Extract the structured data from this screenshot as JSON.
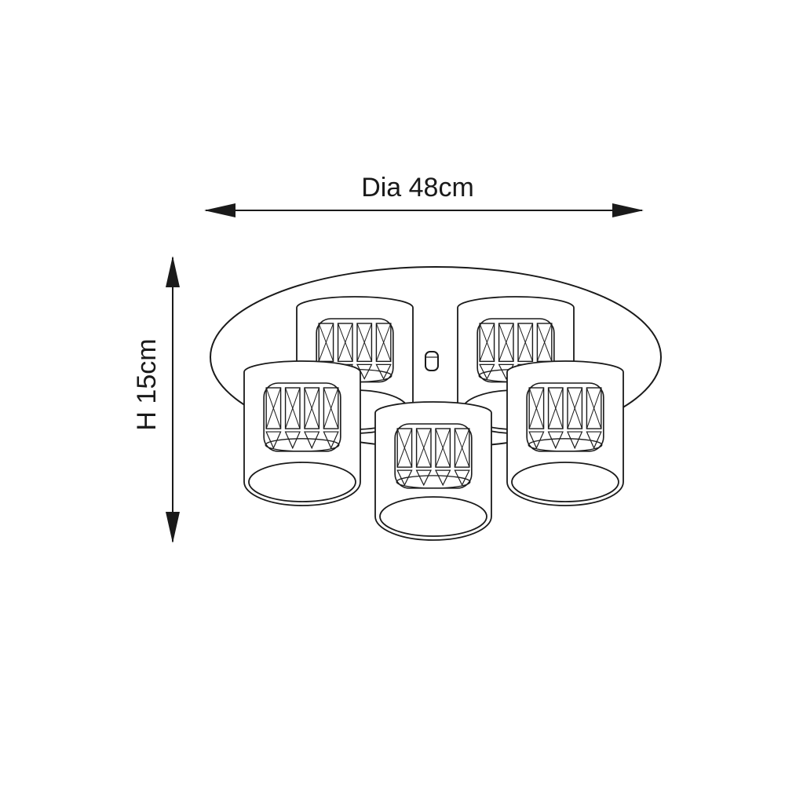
{
  "dimensions": {
    "width_label": "Dia 48cm",
    "height_label": "H 15cm"
  },
  "colors": {
    "line": "#1a1a1a",
    "background": "#ffffff"
  },
  "product": {
    "shade_count": 5
  }
}
